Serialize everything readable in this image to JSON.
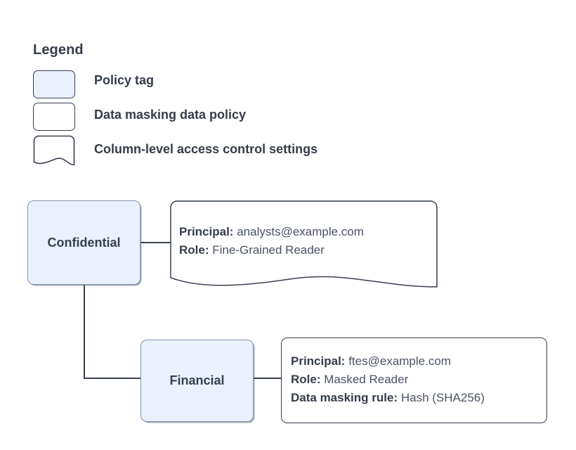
{
  "legend": {
    "title": "Legend",
    "items": [
      {
        "label": "Policy tag",
        "swatch": "filled-rounded-rect",
        "color": "#eaf1fc"
      },
      {
        "label": "Data masking data policy",
        "swatch": "plain-rounded-rect",
        "color": "#ffffff"
      },
      {
        "label": "Column-level access control settings",
        "swatch": "wavy-bottom-rect",
        "color": "#ffffff"
      }
    ]
  },
  "diagram": {
    "nodes": [
      {
        "id": "confidential",
        "label": "Confidential"
      },
      {
        "id": "financial",
        "label": "Financial"
      }
    ],
    "callouts": [
      {
        "id": "confidential-access",
        "shape": "wavy-bottom-rect",
        "lines": [
          {
            "key": "Principal:",
            "value": "analysts@example.com"
          },
          {
            "key": "Role:",
            "value": "Fine-Grained Reader"
          }
        ]
      },
      {
        "id": "financial-masking",
        "shape": "plain-rounded-rect",
        "lines": [
          {
            "key": "Principal:",
            "value": "ftes@example.com"
          },
          {
            "key": "Role:",
            "value": "Masked Reader"
          },
          {
            "key": "Data masking rule:",
            "value": "Hash (SHA256)"
          }
        ]
      }
    ]
  },
  "colors": {
    "node_fill": "#eaf1fc",
    "node_stroke": "#8494ad",
    "outline": "#37404e",
    "text": "#343c48",
    "value_text": "#4a5362",
    "background": "#ffffff"
  }
}
